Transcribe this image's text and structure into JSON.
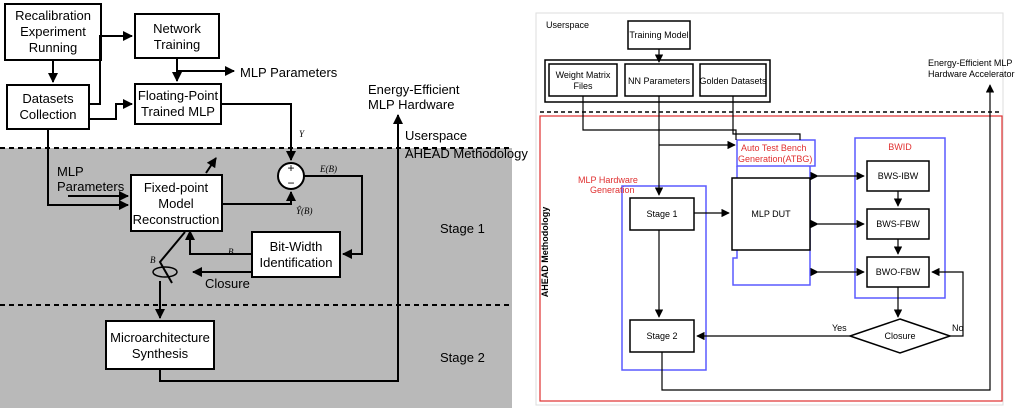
{
  "left_diagram": {
    "nodes": {
      "recalibration": [
        "Recalibration",
        "Experiment",
        "Running"
      ],
      "network_training": [
        "Network",
        "Training"
      ],
      "datasets_collection": [
        "Datasets",
        "Collection"
      ],
      "floating_point": [
        "Floating-Point",
        "Trained MLP"
      ],
      "fixed_point": [
        "Fixed-point",
        "Model",
        "Reconstruction"
      ],
      "bit_width": [
        "Bit-Width",
        "Identification"
      ],
      "microarchitecture": [
        "Microarchitecture",
        "Synthesis"
      ]
    },
    "labels": {
      "mlp_parameters_out": "MLP Parameters",
      "mlp_parameters_in": [
        "MLP",
        "Parameters"
      ],
      "energy_efficient": [
        "Energy-Efficient",
        "MLP Hardware"
      ],
      "userspace": "Userspace",
      "ahead_methodology": "AHEAD Methodology",
      "stage1": "Stage 1",
      "stage2": "Stage 2",
      "closure": "Closure",
      "sum_plus": "+",
      "sum_minus": "−",
      "y": "Y",
      "e_b": "E(B)",
      "y_hat_b": "Ŷ(B)",
      "b1": "B",
      "b2": "B"
    }
  },
  "right_diagram": {
    "userspace": "Userspace",
    "training_model": "Training Model",
    "weight_matrix": [
      "Weight Matrix",
      "Files"
    ],
    "nn_parameters": "NN Parameters",
    "golden_datasets": "Golden Datasets",
    "energy_efficient": [
      "Energy-Efficient MLP",
      "Hardware Accelerator"
    ],
    "ahead_methodology": "AHEAD Methodology",
    "atbg": [
      "Auto Test Bench",
      "Generation(ATBG)"
    ],
    "mlp_hw_gen": [
      "MLP Hardware",
      "Generation"
    ],
    "bwid": "BWID",
    "stage1": "Stage 1",
    "mlp_dut": "MLP DUT",
    "bws_ibw": "BWS-IBW",
    "bws_fbw": "BWS-FBW",
    "bwo_fbw": "BWO-FBW",
    "stage2": "Stage 2",
    "closure": "Closure",
    "yes": "Yes",
    "no": "No"
  },
  "colors": {
    "gray_band": "#b9b9b9",
    "accent_blue": "#5a5aff",
    "accent_red": "#e03030"
  }
}
